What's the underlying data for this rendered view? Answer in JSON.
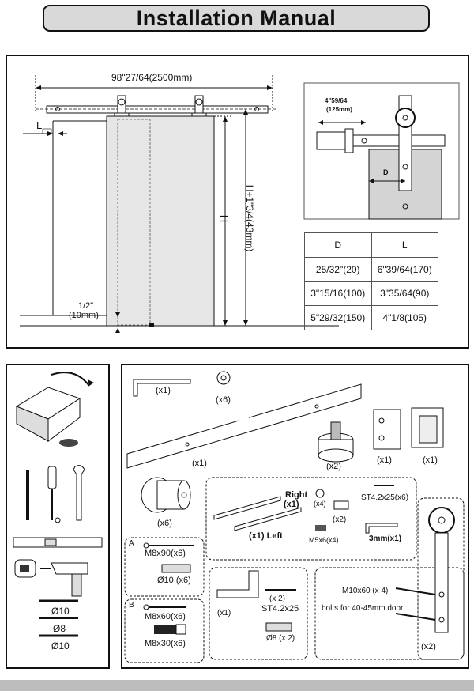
{
  "header": {
    "title": "Installation Manual"
  },
  "dims": {
    "rail_length": "98\"27/64(2500mm)",
    "gap_label": "L",
    "door_height": "H",
    "total_height": "H+1\"3/4(43mm)",
    "floor_gap": "1/2\"",
    "floor_gap_mm": "(10mm)"
  },
  "detail": {
    "spacer": "4\"59/64",
    "spacer_mm": "(125mm)",
    "d_label": "D"
  },
  "table": {
    "headers": [
      "D",
      "L"
    ],
    "rows": [
      [
        "25/32\"(20)",
        "6\"39/64(170)"
      ],
      [
        "3\"15/16(100)",
        "3\"35/64(90)"
      ],
      [
        "5\"29/32(150)",
        "4\"1/8(105)"
      ]
    ]
  },
  "parts": {
    "hex_key_qty": "(x1)",
    "washer_qty": "(x6)",
    "rail_qty": "(x1)",
    "stopper_qty": "(x2)",
    "bracket1_qty": "(x1)",
    "bracket2_qty": "(x1)",
    "spacer_qty": "(x6)",
    "damper_right": "Right",
    "damper_right_qty": "(x1)",
    "damper_left": "(x1) Left",
    "small_washer_qty": "(x4)",
    "clip_qty": "(x2)",
    "st_screw": "ST4.2x25(x6)",
    "m5_screw": "M5x6(x4)",
    "hex_small": "3mm(x1)",
    "set_a": "A",
    "m8x90": "M8x90(x6)",
    "anchor10": "Ø10 (x6)",
    "set_b": "B",
    "m8x60": "M8x60(x6)",
    "m8x30": "M8x30(x6)",
    "guide_qty": "(x1)",
    "guide_screw_qty": "(x 2)",
    "guide_screw": "ST4.2x25",
    "guide_anchor": "Ø8 (x 2)",
    "bolt_spec": "M10x60 (x 4)",
    "bolt_note": "bolts  for 40-45mm door",
    "hanger_qty": "(x2)"
  },
  "tools": {
    "drill_10a": "Ø10",
    "drill_8": "Ø8",
    "drill_10b": "Ø10"
  }
}
